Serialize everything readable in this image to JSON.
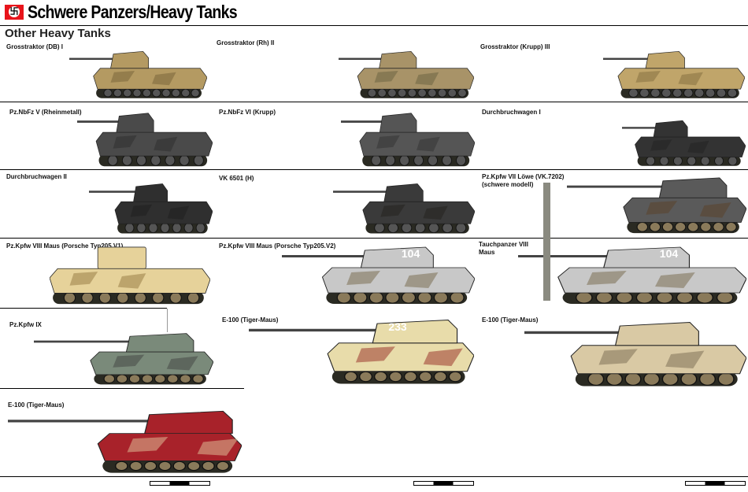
{
  "header": {
    "title": "Schwere Panzers/Heavy Tanks",
    "flag_icon": "swastika-flag-icon",
    "section": "Other Heavy Tanks"
  },
  "tanks": [
    {
      "name": "Grosstraktor (DB) I",
      "hull": "#b49a62",
      "dark": "#6d5a34"
    },
    {
      "name": "Grosstraktor (Rh) II",
      "hull": "#a89368",
      "dark": "#5f5a3a"
    },
    {
      "name": "Grosstraktor (Krupp) III",
      "hull": "#c0a56a",
      "dark": "#7a6738"
    },
    {
      "name": "Pz.NbFz V (Rheinmetall)",
      "hull": "#4a4a4a",
      "dark": "#2a2a2a"
    },
    {
      "name": "Pz.NbFz VI (Krupp)",
      "hull": "#555555",
      "dark": "#2e2e2e"
    },
    {
      "name": "Durchbruchwagen I",
      "hull": "#333333",
      "dark": "#1e1e1e"
    },
    {
      "name": "Durchbruchwagen II",
      "hull": "#2f2f2f",
      "dark": "#1c1c1c"
    },
    {
      "name": "VK 6501 (H)",
      "hull": "#3a3a3a",
      "dark": "#221e1a"
    },
    {
      "name": "Pz.Kpfw VII Löwe (VK.7202)",
      "name2": "(schwere modell)",
      "hull": "#5a5a5a",
      "dark": "#5b3e22"
    },
    {
      "name": "Pz.Kpfw VIII Maus (Porsche Typ205.V1)",
      "hull": "#e6d29a",
      "dark": "#8a6d35"
    },
    {
      "name": "Pz.Kpfw VIII Maus (Porsche Typ205.V2)",
      "hull": "#c8c8c8",
      "dark": "#6b5a3a",
      "marking": "104"
    },
    {
      "name": "Tauchpanzer VIII",
      "name2": "Maus",
      "hull": "#c8c8c8",
      "dark": "#6b5a3a",
      "marking": "104"
    },
    {
      "name": "Pz.Kpfw IX",
      "hull": "#7a8a7a",
      "dark": "#3a3a3a"
    },
    {
      "name": "E-100 (Tiger-Maus)",
      "hull": "#e8dcaa",
      "dark": "#8b1515",
      "marking": "233"
    },
    {
      "name": "E-100 (Tiger-Maus)",
      "hull": "#d9c9a4",
      "dark": "#6d6048"
    },
    {
      "name": "E-100 (Tiger-Maus)",
      "hull": "#a8222a",
      "dark": "#e8dcaa"
    }
  ]
}
